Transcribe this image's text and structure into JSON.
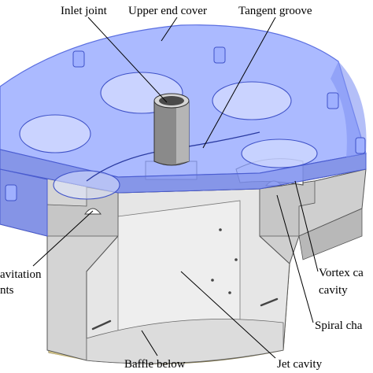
{
  "labels": {
    "inlet_joint": "Inlet joint",
    "upper_end_cover": "Upper end cover",
    "tangent_groove": "Tangent groove",
    "cavitation_1": "avitation",
    "cavitation_2": "nts",
    "vortex_1": "Vortex ca",
    "vortex_2": "cavity",
    "spiral": "Spiral cha",
    "baffle": "Baffle below",
    "jet": "Jet cavity"
  },
  "colors": {
    "cover": "#8fa3ff",
    "cover_edge": "#5b6fe0",
    "steel": "#d9d9d9",
    "steel_dark": "#a9a9a9",
    "steel_light": "#ececec",
    "baffle": "#efe3b0",
    "leader": "#000000"
  }
}
